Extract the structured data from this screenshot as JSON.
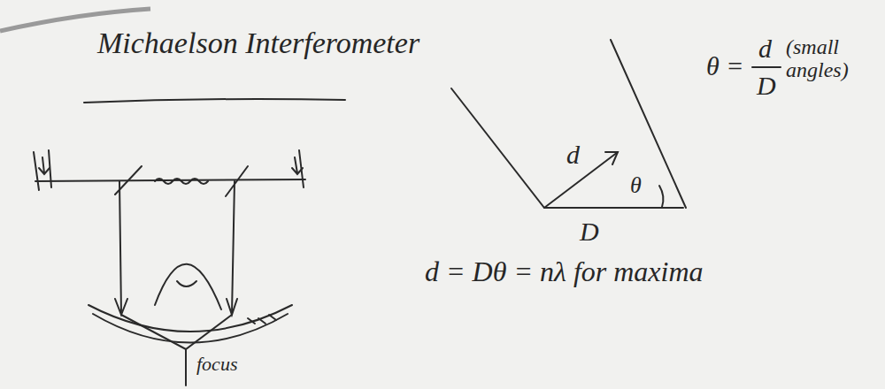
{
  "diagram": {
    "title": "Michaelson Interferometer",
    "labels": [
      "focus",
      "d",
      "θ",
      "D",
      "θ =",
      "d",
      "D",
      "(small angles)",
      "d = Dθ = nλ for maxima"
    ]
  }
}
